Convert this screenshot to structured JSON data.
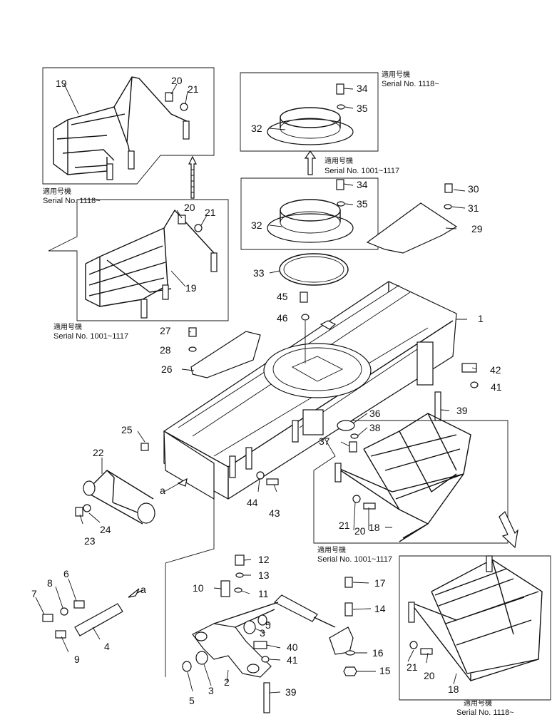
{
  "captions": {
    "c1_jp": "適用号機",
    "c1_serial": "Serial No. 1118~",
    "c2_jp": "適用号機",
    "c2_serial": "Serial No. 1118~",
    "c3_jp": "適用号機",
    "c3_serial": "Serial  No.  1001~1117",
    "c4_jp": "適用号機",
    "c4_serial": "Serial  No.  1001~1117",
    "c5_jp": "適用号機",
    "c5_serial": "Serial  No.  1001~1117",
    "c6_jp": "適用号機",
    "c6_serial": "Serial No. 1118~"
  },
  "callouts": {
    "n1": "1",
    "n2": "2",
    "n3a": "3",
    "n3b": "3",
    "n4": "4",
    "n5a": "5",
    "n5b": "5",
    "n6": "6",
    "n7": "7",
    "n8": "8",
    "n9": "9",
    "n10": "10",
    "n11": "11",
    "n12": "12",
    "n13": "13",
    "n14": "14",
    "n15": "15",
    "n16": "16",
    "n17": "17",
    "n18a": "18",
    "n18b": "18",
    "n19a": "19",
    "n19b": "19",
    "n20a": "20",
    "n20b": "20",
    "n20c": "20",
    "n20d": "20",
    "n21a": "21",
    "n21b": "21",
    "n21c": "21",
    "n21d": "21",
    "n22": "22",
    "n23": "23",
    "n24": "24",
    "n25": "25",
    "n26": "26",
    "n27": "27",
    "n28": "28",
    "n29": "29",
    "n30": "30",
    "n31": "31",
    "n32a": "32",
    "n32b": "32",
    "n33": "33",
    "n34a": "34",
    "n34b": "34",
    "n35a": "35",
    "n35b": "35",
    "n36": "36",
    "n37": "37",
    "n38": "38",
    "n39a": "39",
    "n39b": "39",
    "n40": "40",
    "n41a": "41",
    "n41b": "41",
    "n42": "42",
    "n43": "43",
    "n44": "44",
    "n45": "45",
    "n46": "46",
    "ref_a1": "a",
    "ref_a2": "a"
  }
}
